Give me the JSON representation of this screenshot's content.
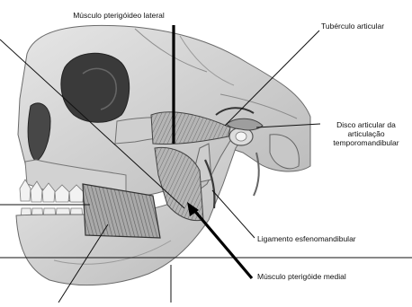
{
  "labels": {
    "lateral_pterygoid": "Músculo pterigóideo lateral",
    "articular_tubercle": "Tubérculo articular",
    "articular_disc_line1": "Disco articular da",
    "articular_disc_line2": "articulação",
    "articular_disc_line3": "temporomandibular",
    "sphenomandibular_ligament": "Ligamento esfenomandibular",
    "medial_pterygoid": "Músculo pterigóide medial"
  },
  "colors": {
    "background": "#ffffff",
    "bone": "#d6d6d6",
    "bone_shadow": "#8a8a8a",
    "muscle": "#9c9c9c",
    "leader_line": "#111111"
  }
}
